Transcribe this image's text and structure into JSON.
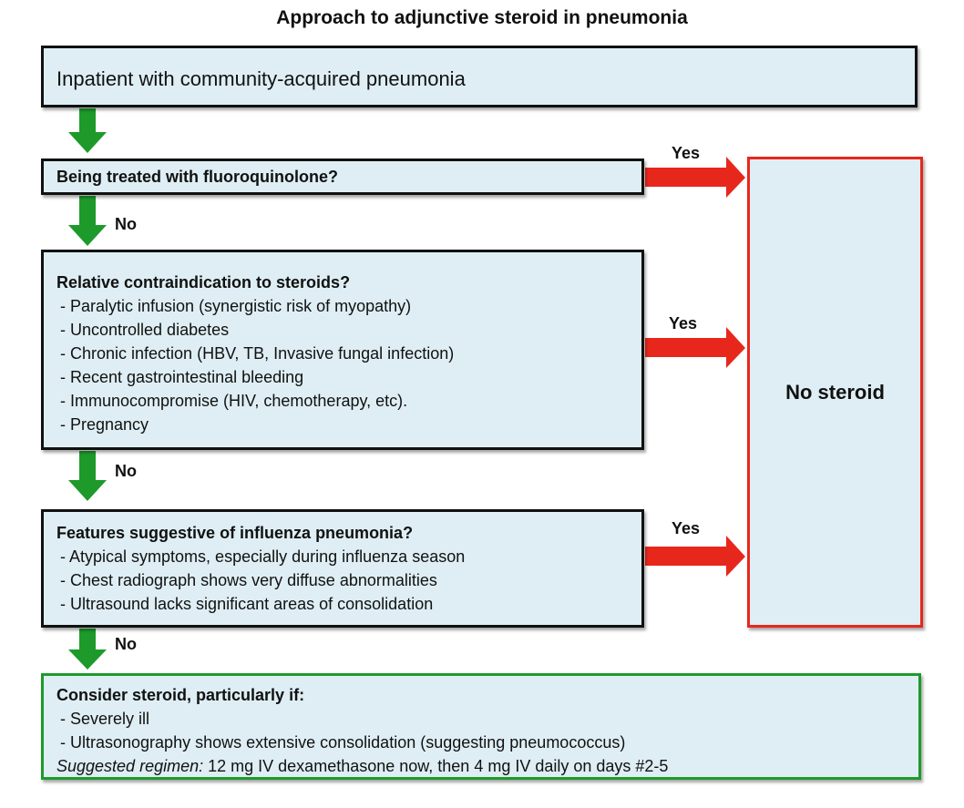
{
  "title": "Approach to adjunctive steroid in pneumonia",
  "nodes": {
    "inpatient": {
      "text": "Inpatient with community-acquired pneumonia"
    },
    "fluoroquinolone": {
      "text": "Being treated with fluoroquinolone?"
    },
    "contraindication": {
      "heading": "Relative contraindication to steroids?",
      "items": [
        "Paralytic infusion (synergistic risk of myopathy)",
        "Uncontrolled diabetes",
        "Chronic infection (HBV, TB, Invasive fungal infection)",
        "Recent gastrointestinal bleeding",
        "Immunocompromise (HIV, chemotherapy, etc).",
        "Pregnancy"
      ]
    },
    "influenza": {
      "heading": "Features suggestive of influenza pneumonia?",
      "items": [
        "Atypical symptoms, especially during influenza season",
        "Chest radiograph shows very diffuse abnormalities",
        "Ultrasound lacks significant areas of consolidation"
      ]
    },
    "consider": {
      "heading": "Consider steroid, particularly if:",
      "items": [
        "Severely ill",
        "Ultrasonography shows extensive consolidation (suggesting pneumococcus)"
      ],
      "regimen_label": "Suggested regimen:",
      "regimen_text": "12 mg IV dexamethasone now, then 4 mg IV daily on days #2-5"
    },
    "no_steroid": {
      "text": "No steroid"
    }
  },
  "edges": {
    "yes_label": "Yes",
    "no_label": "No"
  },
  "colors": {
    "down_arrow": "#1d9a2a",
    "yes_arrow": "#e8271c",
    "box_fill": "#deeef4",
    "no_steroid_border": "#e8271c",
    "consider_border": "#1d9a2a"
  }
}
